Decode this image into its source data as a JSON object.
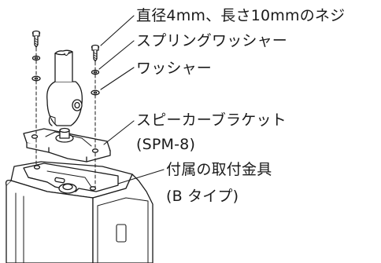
{
  "diagram": {
    "labels": {
      "screw": "直径4mm、長さ10mmのネジ",
      "spring_washer": "スプリングワッシャー",
      "washer": "ワッシャー",
      "bracket_name": "スピーカーブラケット",
      "bracket_model": "(SPM-8)",
      "fitting_name": "付属の取付金具",
      "fitting_type": "(B タイプ)"
    }
  }
}
